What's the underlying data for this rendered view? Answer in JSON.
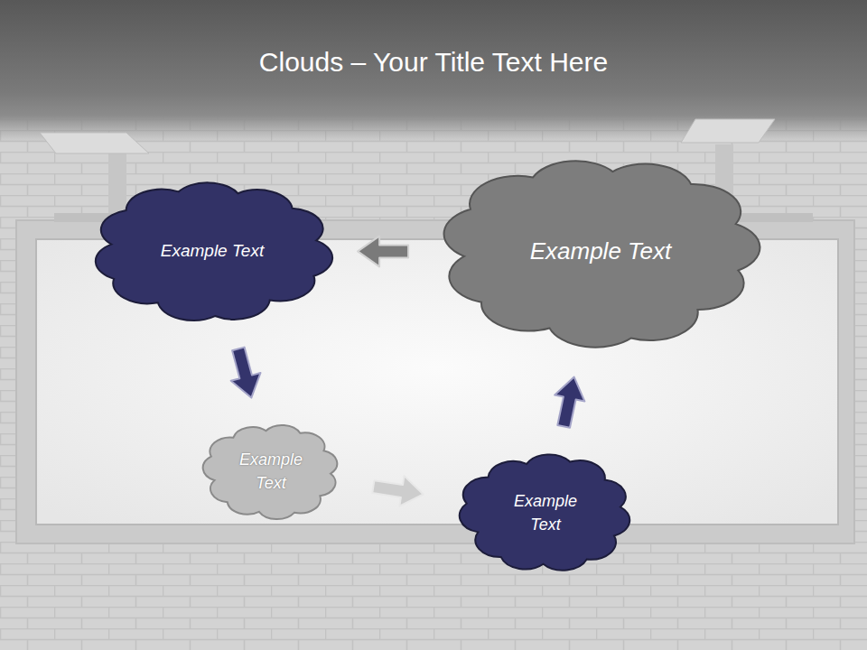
{
  "diagram": {
    "title": "Clouds – Your Title Text Here",
    "nodes": [
      {
        "text": [
          "Example Text"
        ]
      },
      {
        "text": [
          "Example Text"
        ]
      },
      {
        "text": [
          "Example Text"
        ]
      },
      {
        "text": [
          "Example Text"
        ]
      }
    ],
    "edges": [
      {
        "from": 0,
        "to": 2,
        "arrow": "to"
      },
      {
        "from": 2,
        "to": 3,
        "arrow": "to"
      },
      {
        "from": 3,
        "to": 1,
        "arrow": "to"
      },
      {
        "from": 1,
        "to": 0,
        "arrow": "to"
      }
    ]
  }
}
